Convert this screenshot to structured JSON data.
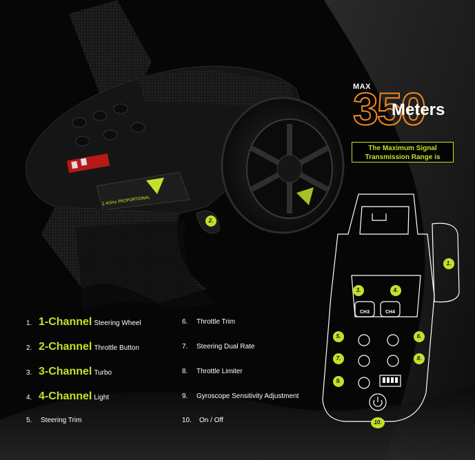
{
  "range": {
    "max_label": "MAX",
    "distance": "350",
    "unit": "Meters",
    "description_line1": "The Maximum Signal",
    "description_line2": "Transmission Range is"
  },
  "device": {
    "brand_text": "2.4GHz PROPORTIONAL",
    "ch3_label": "CH3",
    "ch4_label": "CH4"
  },
  "callouts": [
    "1.",
    "2.",
    "3.",
    "4.",
    "5.",
    "6.",
    "7.",
    "8.",
    "9.",
    "10."
  ],
  "features_left": [
    {
      "num": "1.",
      "channel": "1-Channel",
      "desc": "Steering Wheel"
    },
    {
      "num": "2.",
      "channel": "2-Channel",
      "desc": "Throttle Button"
    },
    {
      "num": "3.",
      "channel": "3-Channel",
      "desc": "Turbo"
    },
    {
      "num": "4.",
      "channel": "4-Channel",
      "desc": "Light"
    },
    {
      "num": "5.",
      "channel": "",
      "desc": "Steering Trim"
    }
  ],
  "features_right": [
    {
      "num": "6.",
      "desc": "Throttle Trim"
    },
    {
      "num": "7.",
      "desc": "Steering Dual Rate"
    },
    {
      "num": "8.",
      "desc": "Throttle Limiter"
    },
    {
      "num": "9.",
      "desc": "Gyroscope Sensitivity Adjustment"
    },
    {
      "num": "10.",
      "desc": "On / Off"
    }
  ],
  "colors": {
    "accent": "#c6e02a",
    "orange": "#f28a1e",
    "background": "#060606"
  }
}
